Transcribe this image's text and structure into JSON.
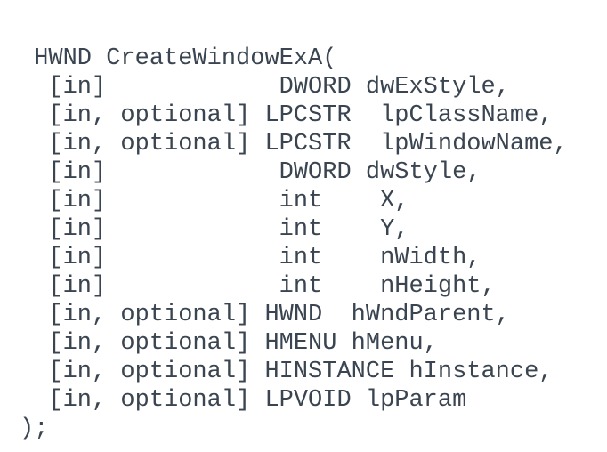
{
  "colors": {
    "bg": "#ffffff",
    "code-text": "#3a4551"
  },
  "code": {
    "language": "cpp",
    "lines": [
      " HWND CreateWindowExA(",
      "  [in]            DWORD dwExStyle,",
      "  [in, optional] LPCSTR  lpClassName,",
      "  [in, optional] LPCSTR  lpWindowName,",
      "  [in]            DWORD dwStyle,",
      "  [in]            int    X,",
      "  [in]            int    Y,",
      "  [in]            int    nWidth,",
      "  [in]            int    nHeight,",
      "  [in, optional] HWND  hWndParent,",
      "  [in, optional] HMENU hMenu,",
      "  [in, optional] HINSTANCE hInstance,",
      "  [in, optional] LPVOID lpParam",
      ");"
    ],
    "signature": {
      "return_type": "HWND",
      "function_name": "CreateWindowExA",
      "params": [
        {
          "annotation": "[in]",
          "type": "DWORD",
          "name": "dwExStyle"
        },
        {
          "annotation": "[in, optional]",
          "type": "LPCSTR",
          "name": "lpClassName"
        },
        {
          "annotation": "[in, optional]",
          "type": "LPCSTR",
          "name": "lpWindowName"
        },
        {
          "annotation": "[in]",
          "type": "DWORD",
          "name": "dwStyle"
        },
        {
          "annotation": "[in]",
          "type": "int",
          "name": "X"
        },
        {
          "annotation": "[in]",
          "type": "int",
          "name": "Y"
        },
        {
          "annotation": "[in]",
          "type": "int",
          "name": "nWidth"
        },
        {
          "annotation": "[in]",
          "type": "int",
          "name": "nHeight"
        },
        {
          "annotation": "[in, optional]",
          "type": "HWND",
          "name": "hWndParent"
        },
        {
          "annotation": "[in, optional]",
          "type": "HMENU",
          "name": "hMenu"
        },
        {
          "annotation": "[in, optional]",
          "type": "HINSTANCE",
          "name": "hInstance"
        },
        {
          "annotation": "[in, optional]",
          "type": "LPVOID",
          "name": "lpParam"
        }
      ]
    }
  }
}
